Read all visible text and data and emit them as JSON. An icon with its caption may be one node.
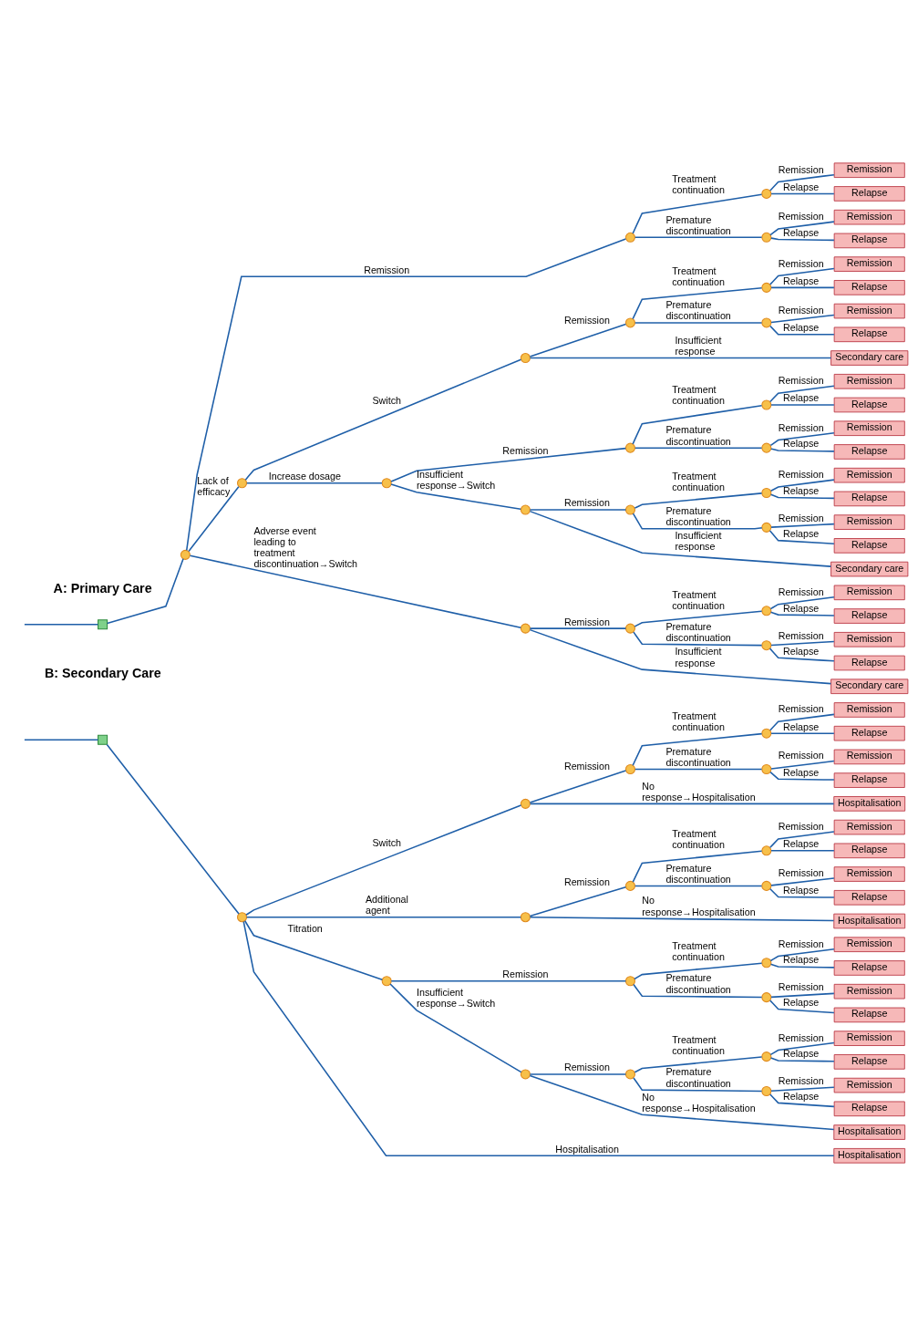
{
  "diagram": {
    "nodes": [
      {
        "text": [],
        "shape": "box"
      },
      {
        "text": [],
        "shape": "circle"
      },
      {
        "text": [],
        "shape": "circle"
      },
      {
        "text": [],
        "shape": "circle"
      },
      {
        "text": [
          "Remission"
        ]
      },
      {
        "text": [
          "Relapse"
        ]
      },
      {
        "text": [],
        "shape": "circle"
      },
      {
        "text": [
          "Remission"
        ]
      },
      {
        "text": [
          "Relapse"
        ]
      },
      {
        "text": [],
        "shape": "circle"
      },
      {
        "text": [],
        "shape": "circle"
      },
      {
        "text": [],
        "shape": "circle"
      },
      {
        "text": [],
        "shape": "circle"
      },
      {
        "text": [
          "Remission"
        ]
      },
      {
        "text": [
          "Relapse"
        ]
      },
      {
        "text": [],
        "shape": "circle"
      },
      {
        "text": [
          "Remission"
        ]
      },
      {
        "text": [
          "Relapse"
        ]
      },
      {
        "text": [
          "Secondary care"
        ]
      },
      {
        "text": [],
        "shape": "circle"
      },
      {
        "text": [],
        "shape": "circle"
      },
      {
        "text": [],
        "shape": "circle"
      },
      {
        "text": [
          "Remission"
        ]
      },
      {
        "text": [
          "Relapse"
        ]
      },
      {
        "text": [],
        "shape": "circle"
      },
      {
        "text": [
          "Remission"
        ]
      },
      {
        "text": [
          "Relapse"
        ]
      },
      {
        "text": [],
        "shape": "circle"
      },
      {
        "text": [],
        "shape": "circle"
      },
      {
        "text": [],
        "shape": "circle"
      },
      {
        "text": [
          "Remission"
        ]
      },
      {
        "text": [
          "Relapse"
        ]
      },
      {
        "text": [],
        "shape": "circle"
      },
      {
        "text": [
          "Remission"
        ]
      },
      {
        "text": [
          "Relapse"
        ]
      },
      {
        "text": [
          "Secondary care"
        ]
      },
      {
        "text": [],
        "shape": "circle"
      },
      {
        "text": [],
        "shape": "circle"
      },
      {
        "text": [],
        "shape": "circle"
      },
      {
        "text": [
          "Remission"
        ]
      },
      {
        "text": [
          "Relapse"
        ]
      },
      {
        "text": [],
        "shape": "circle"
      },
      {
        "text": [
          "Remission"
        ]
      },
      {
        "text": [
          "Relapse"
        ]
      },
      {
        "text": [
          "Secondary care"
        ]
      },
      {
        "text": [],
        "shape": "box"
      },
      {
        "text": [],
        "shape": "circle"
      },
      {
        "text": [],
        "shape": "circle"
      },
      {
        "text": [],
        "shape": "circle"
      },
      {
        "text": [],
        "shape": "circle"
      },
      {
        "text": [
          "Remission"
        ]
      },
      {
        "text": [
          "Relapse"
        ]
      },
      {
        "text": [],
        "shape": "circle"
      },
      {
        "text": [
          "Remission"
        ]
      },
      {
        "text": [
          "Relapse"
        ]
      },
      {
        "text": [
          "Hospitalisation"
        ]
      },
      {
        "text": [],
        "shape": "circle"
      },
      {
        "text": [],
        "shape": "circle"
      },
      {
        "text": [],
        "shape": "circle"
      },
      {
        "text": [
          "Remission"
        ]
      },
      {
        "text": [
          "Relapse"
        ]
      },
      {
        "text": [],
        "shape": "circle"
      },
      {
        "text": [
          "Remission"
        ]
      },
      {
        "text": [
          "Relapse"
        ]
      },
      {
        "text": [
          "Hospitalisation"
        ]
      },
      {
        "text": [],
        "shape": "circle"
      },
      {
        "text": [],
        "shape": "circle"
      },
      {
        "text": [],
        "shape": "circle"
      },
      {
        "text": [
          "Remission"
        ]
      },
      {
        "text": [
          "Relapse"
        ]
      },
      {
        "text": [],
        "shape": "circle"
      },
      {
        "text": [
          "Remission"
        ]
      },
      {
        "text": [
          "Relapse"
        ]
      },
      {
        "text": [],
        "shape": "circle"
      },
      {
        "text": [],
        "shape": "circle"
      },
      {
        "text": [],
        "shape": "circle"
      },
      {
        "text": [
          "Remission"
        ]
      },
      {
        "text": [
          "Relapse"
        ]
      },
      {
        "text": [],
        "shape": "circle"
      },
      {
        "text": [
          "Remission"
        ]
      },
      {
        "text": [
          "Relapse"
        ]
      },
      {
        "text": [
          "Hospitalisation"
        ]
      },
      {
        "text": [
          "Hospitalisation"
        ]
      }
    ],
    "edges": [
      {
        "from": null,
        "to": 0,
        "arrow": "none"
      },
      {
        "from": 0,
        "to": 1,
        "arrow": "none"
      },
      {
        "from": 1,
        "to": 2,
        "arrow": "none",
        "label": "Remission"
      },
      {
        "from": 2,
        "to": 3,
        "arrow": "none",
        "label": "Treatment continuation"
      },
      {
        "from": 3,
        "to": 4,
        "arrow": "none",
        "label": "Remission"
      },
      {
        "from": 3,
        "to": 5,
        "arrow": "none",
        "label": "Relapse"
      },
      {
        "from": 2,
        "to": 6,
        "arrow": "none",
        "label": "Premature discontinuation"
      },
      {
        "from": 6,
        "to": 7,
        "arrow": "none",
        "label": "Remission"
      },
      {
        "from": 6,
        "to": 8,
        "arrow": "none",
        "label": "Relapse"
      },
      {
        "from": 1,
        "to": 9,
        "arrow": "none",
        "label": "Lack of efficacy"
      },
      {
        "from": 9,
        "to": 10,
        "arrow": "none",
        "label": "Switch"
      },
      {
        "from": 10,
        "to": 11,
        "arrow": "none",
        "label": "Remission"
      },
      {
        "from": 11,
        "to": 12,
        "arrow": "none",
        "label": "Treatment continuation"
      },
      {
        "from": 12,
        "to": 13,
        "arrow": "none",
        "label": "Remission"
      },
      {
        "from": 12,
        "to": 14,
        "arrow": "none",
        "label": "Relapse"
      },
      {
        "from": 11,
        "to": 15,
        "arrow": "none",
        "label": "Premature discontinuation"
      },
      {
        "from": 15,
        "to": 16,
        "arrow": "none",
        "label": "Remission"
      },
      {
        "from": 15,
        "to": 17,
        "arrow": "none",
        "label": "Relapse"
      },
      {
        "from": 10,
        "to": 18,
        "arrow": "none",
        "label": "Insufficient response"
      },
      {
        "from": 9,
        "to": 19,
        "arrow": "none",
        "label": "Increase dosage"
      },
      {
        "from": 19,
        "to": 20,
        "arrow": "none",
        "label": "Remission"
      },
      {
        "from": 20,
        "to": 21,
        "arrow": "none",
        "label": "Treatment continuation"
      },
      {
        "from": 21,
        "to": 22,
        "arrow": "none",
        "label": "Remission"
      },
      {
        "from": 21,
        "to": 23,
        "arrow": "none",
        "label": "Relapse"
      },
      {
        "from": 20,
        "to": 24,
        "arrow": "none",
        "label": "Premature discontinuation"
      },
      {
        "from": 24,
        "to": 25,
        "arrow": "none",
        "label": "Remission"
      },
      {
        "from": 24,
        "to": 26,
        "arrow": "none",
        "label": "Relapse"
      },
      {
        "from": 19,
        "to": 27,
        "arrow": "none",
        "label": "Insufficient response→Switch"
      },
      {
        "from": 27,
        "to": 28,
        "arrow": "none",
        "label": "Remission"
      },
      {
        "from": 28,
        "to": 29,
        "arrow": "none",
        "label": "Treatment continuation"
      },
      {
        "from": 29,
        "to": 30,
        "arrow": "none",
        "label": "Remission"
      },
      {
        "from": 29,
        "to": 31,
        "arrow": "none",
        "label": "Relapse"
      },
      {
        "from": 28,
        "to": 32,
        "arrow": "none",
        "label": "Premature discontinuation"
      },
      {
        "from": 32,
        "to": 33,
        "arrow": "none",
        "label": "Remission"
      },
      {
        "from": 32,
        "to": 34,
        "arrow": "none",
        "label": "Relapse"
      },
      {
        "from": 27,
        "to": 35,
        "arrow": "none",
        "label": "Insufficient response"
      },
      {
        "from": 1,
        "to": 36,
        "arrow": "none",
        "label": "Adverse event leading to treatment discontinuation→Switch"
      },
      {
        "from": 36,
        "to": 37,
        "arrow": "none",
        "label": "Remission"
      },
      {
        "from": 37,
        "to": 38,
        "arrow": "none",
        "label": "Treatment continuation"
      },
      {
        "from": 38,
        "to": 39,
        "arrow": "none",
        "label": "Remission"
      },
      {
        "from": 38,
        "to": 40,
        "arrow": "none",
        "label": "Relapse"
      },
      {
        "from": 37,
        "to": 41,
        "arrow": "none",
        "label": "Premature discontinuation"
      },
      {
        "from": 41,
        "to": 42,
        "arrow": "none",
        "label": "Remission"
      },
      {
        "from": 41,
        "to": 43,
        "arrow": "none",
        "label": "Relapse"
      },
      {
        "from": 36,
        "to": 44,
        "arrow": "none",
        "label": "Insufficient response"
      },
      {
        "from": null,
        "to": 45,
        "arrow": "none"
      },
      {
        "from": 45,
        "to": 46,
        "arrow": "none"
      },
      {
        "from": 46,
        "to": 47,
        "arrow": "none",
        "label": "Switch"
      },
      {
        "from": 47,
        "to": 48,
        "arrow": "none",
        "label": "Remission"
      },
      {
        "from": 48,
        "to": 49,
        "arrow": "none",
        "label": "Treatment continuation"
      },
      {
        "from": 49,
        "to": 50,
        "arrow": "none",
        "label": "Remission"
      },
      {
        "from": 49,
        "to": 51,
        "arrow": "none",
        "label": "Relapse"
      },
      {
        "from": 48,
        "to": 52,
        "arrow": "none",
        "label": "Premature discontinuation"
      },
      {
        "from": 52,
        "to": 53,
        "arrow": "none",
        "label": "Remission"
      },
      {
        "from": 52,
        "to": 54,
        "arrow": "none",
        "label": "Relapse"
      },
      {
        "from": 47,
        "to": 55,
        "arrow": "none",
        "label": "No response→Hospitalisation"
      },
      {
        "from": 46,
        "to": 56,
        "arrow": "none",
        "label": "Additional agent"
      },
      {
        "from": 56,
        "to": 57,
        "arrow": "none",
        "label": "Remission"
      },
      {
        "from": 57,
        "to": 58,
        "arrow": "none",
        "label": "Treatment continuation"
      },
      {
        "from": 58,
        "to": 59,
        "arrow": "none",
        "label": "Remission"
      },
      {
        "from": 58,
        "to": 60,
        "arrow": "none",
        "label": "Relapse"
      },
      {
        "from": 57,
        "to": 61,
        "arrow": "none",
        "label": "Premature discontinuation"
      },
      {
        "from": 61,
        "to": 62,
        "arrow": "none",
        "label": "Remission"
      },
      {
        "from": 61,
        "to": 63,
        "arrow": "none",
        "label": "Relapse"
      },
      {
        "from": 56,
        "to": 64,
        "arrow": "none",
        "label": "No response→Hospitalisation"
      },
      {
        "from": 46,
        "to": 65,
        "arrow": "none",
        "label": "Titration"
      },
      {
        "from": 65,
        "to": 66,
        "arrow": "none",
        "label": "Remission"
      },
      {
        "from": 66,
        "to": 67,
        "arrow": "none",
        "label": "Treatment continuation"
      },
      {
        "from": 67,
        "to": 68,
        "arrow": "none",
        "label": "Remission"
      },
      {
        "from": 67,
        "to": 69,
        "arrow": "none",
        "label": "Relapse"
      },
      {
        "from": 66,
        "to": 70,
        "arrow": "none",
        "label": "Premature discontinuation"
      },
      {
        "from": 70,
        "to": 71,
        "arrow": "none",
        "label": "Remission"
      },
      {
        "from": 70,
        "to": 72,
        "arrow": "none",
        "label": "Relapse"
      },
      {
        "from": 65,
        "to": 73,
        "arrow": "none",
        "label": "Insufficient response→Switch"
      },
      {
        "from": 73,
        "to": 74,
        "arrow": "none",
        "label": "Remission"
      },
      {
        "from": 74,
        "to": 75,
        "arrow": "none",
        "label": "Treatment continuation"
      },
      {
        "from": 75,
        "to": 76,
        "arrow": "none",
        "label": "Remission"
      },
      {
        "from": 75,
        "to": 77,
        "arrow": "none",
        "label": "Relapse"
      },
      {
        "from": 74,
        "to": 78,
        "arrow": "none",
        "label": "Premature discontinuation"
      },
      {
        "from": 78,
        "to": 79,
        "arrow": "none",
        "label": "Remission"
      },
      {
        "from": 78,
        "to": 80,
        "arrow": "none",
        "label": "Relapse"
      },
      {
        "from": 73,
        "to": 81,
        "arrow": "none",
        "label": "No response→Hospitalisation"
      },
      {
        "from": 46,
        "to": 82,
        "arrow": "none",
        "label": "Hospitalisation"
      }
    ],
    "labels": [
      "A: Primary Care",
      "B: Secondary Care"
    ]
  }
}
